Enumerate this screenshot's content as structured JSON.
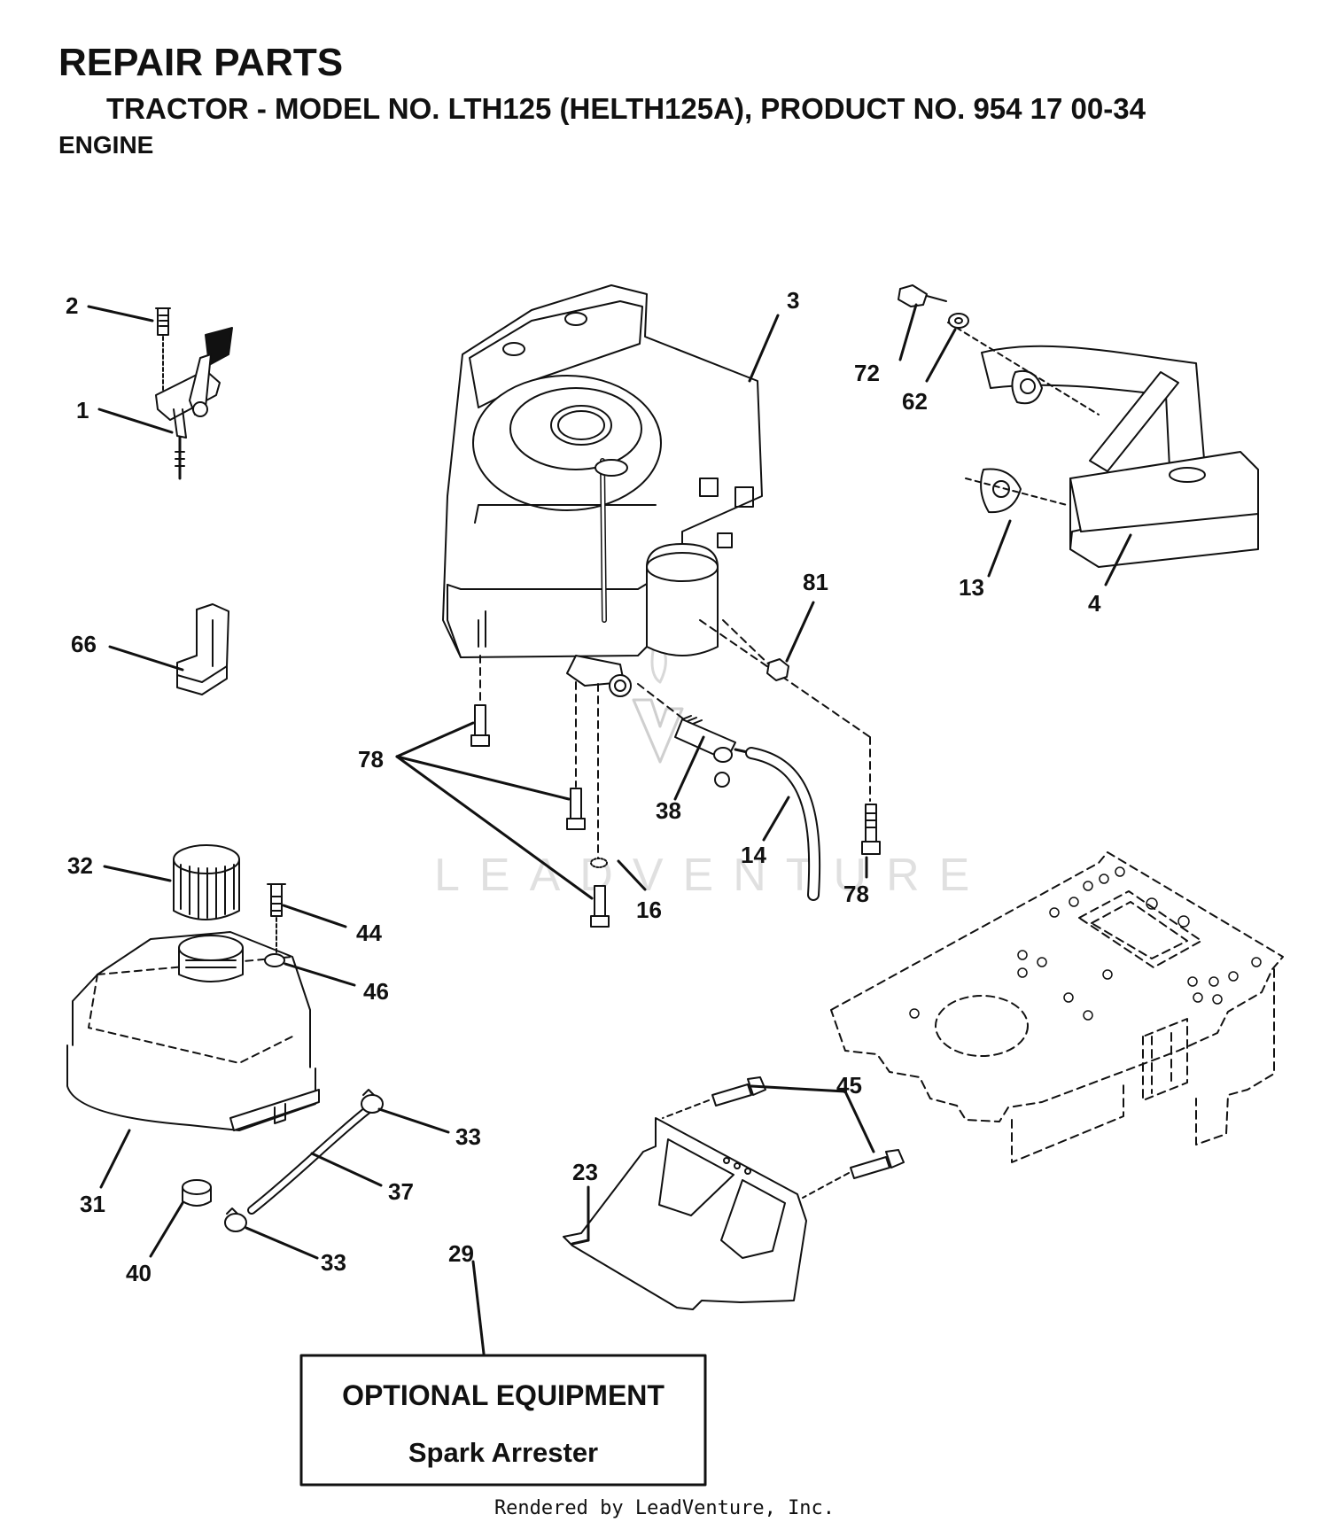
{
  "header": {
    "title": "REPAIR PARTS",
    "subtitle": "TRACTOR - MODEL NO. LTH125 (HELTH125A), PRODUCT NO. 954 17 00-34",
    "section": "ENGINE"
  },
  "callouts": {
    "c1": "1",
    "c2": "2",
    "c3": "3",
    "c4": "4",
    "c13": "13",
    "c14": "14",
    "c16": "16",
    "c23": "23",
    "c29": "29",
    "c31": "31",
    "c32": "32",
    "c33a": "33",
    "c33b": "33",
    "c37": "37",
    "c38": "38",
    "c40": "40",
    "c44": "44",
    "c45": "45",
    "c46": "46",
    "c62": "62",
    "c66": "66",
    "c72": "72",
    "c78a": "78",
    "c78b": "78",
    "c81": "81"
  },
  "optional_box": {
    "heading": "OPTIONAL EQUIPMENT",
    "item": "Spark Arrester"
  },
  "watermark": "LEADVENTURE",
  "footer": "Rendered by LeadVenture, Inc."
}
